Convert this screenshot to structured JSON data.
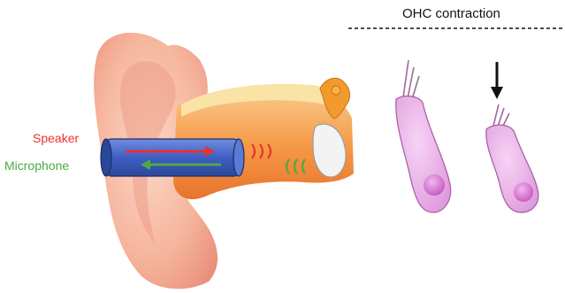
{
  "labels": {
    "speaker": "Speaker",
    "microphone": "Microphone",
    "ohc_title": "OHC contraction"
  },
  "colors": {
    "speaker": "#e8322f",
    "microphone": "#4fa845",
    "probe": "#3f5fc4",
    "ear_skin": "#f7b39b",
    "ear_canal": "#f48a3c",
    "hair_cell": "#e2a4e0",
    "hair_cell_nucleus": "#cf63c9",
    "arrow": "#111111"
  }
}
